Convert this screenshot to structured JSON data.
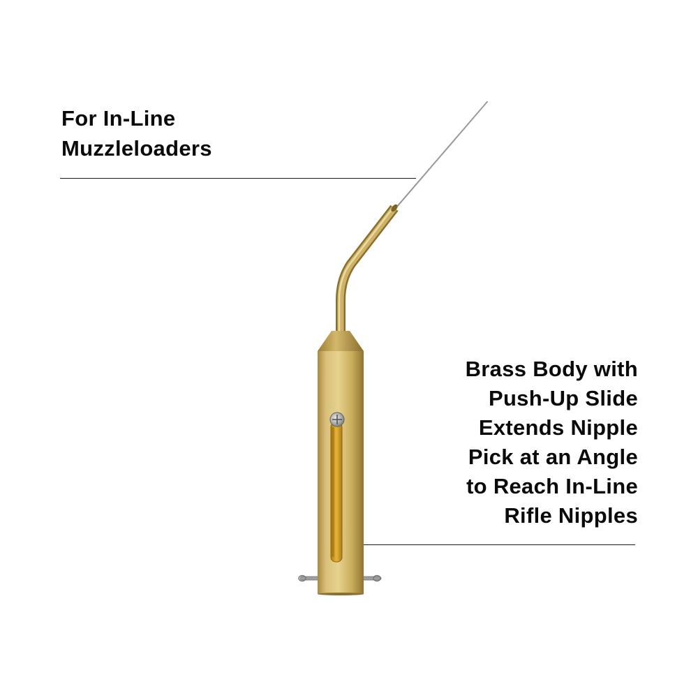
{
  "callouts": {
    "top": {
      "lines": [
        "For In-Line",
        "Muzzleloaders"
      ]
    },
    "right": {
      "lines": [
        "Brass Body with",
        "Push-Up Slide",
        "Extends Nipple",
        "Pick at an Angle",
        "to Reach In-Line",
        "Rifle Nipples"
      ]
    }
  },
  "colors": {
    "background": "#ffffff",
    "text": "#0a0a0a",
    "brass_light": "#e2cc83",
    "brass_mid": "#c9ad5c",
    "brass_dark": "#8f7533",
    "slot_amber": "#d9a21c",
    "steel": "#9a9a9a"
  },
  "icons": [
    "nipple-pick-tool-illustration"
  ]
}
